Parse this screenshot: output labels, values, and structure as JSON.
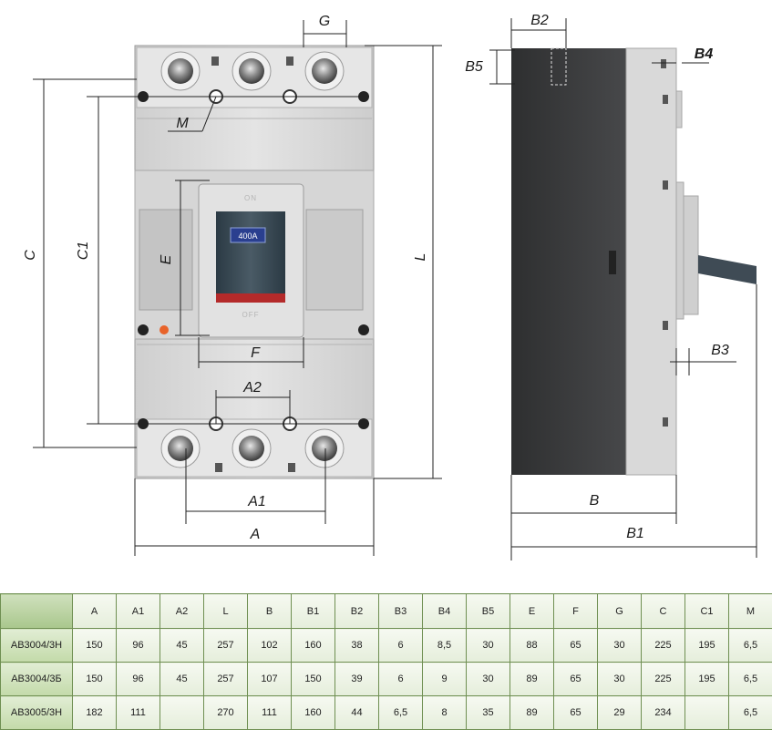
{
  "front_view": {
    "dimension_labels": {
      "A": "A",
      "A1": "A1",
      "A2": "A2",
      "C": "C",
      "C1": "C1",
      "E": "E",
      "F": "F",
      "G": "G",
      "L": "L",
      "M": "M"
    },
    "rating_label": "400A",
    "on_label": "ON",
    "off_label": "OFF"
  },
  "side_view": {
    "dimension_labels": {
      "B": "B",
      "B1": "B1",
      "B2": "B2",
      "B3": "B3",
      "B4": "B4",
      "B5": "B5"
    }
  },
  "colors": {
    "body_gray": "#dcdcdc",
    "side_dark": "#3a3b3c",
    "handle_dark": "#3c4a55",
    "rating_badge": "#2a3f8f",
    "table_border": "#6f8f52",
    "table_header": "#a9c78c"
  },
  "table": {
    "headers": [
      "",
      "A",
      "A1",
      "A2",
      "L",
      "B",
      "B1",
      "B2",
      "B3",
      "B4",
      "B5",
      "E",
      "F",
      "G",
      "C",
      "C1",
      "M"
    ],
    "rows": [
      [
        "АВ3004/3Н",
        "150",
        "96",
        "45",
        "257",
        "102",
        "160",
        "38",
        "6",
        "8,5",
        "30",
        "88",
        "65",
        "30",
        "225",
        "195",
        "6,5"
      ],
      [
        "АВ3004/3Б",
        "150",
        "96",
        "45",
        "257",
        "107",
        "150",
        "39",
        "6",
        "9",
        "30",
        "89",
        "65",
        "30",
        "225",
        "195",
        "6,5"
      ],
      [
        "АВ3005/3Н",
        "182",
        "111",
        "",
        "270",
        "111",
        "160",
        "44",
        "6,5",
        "8",
        "35",
        "89",
        "65",
        "29",
        "234",
        "",
        "6,5"
      ]
    ]
  }
}
